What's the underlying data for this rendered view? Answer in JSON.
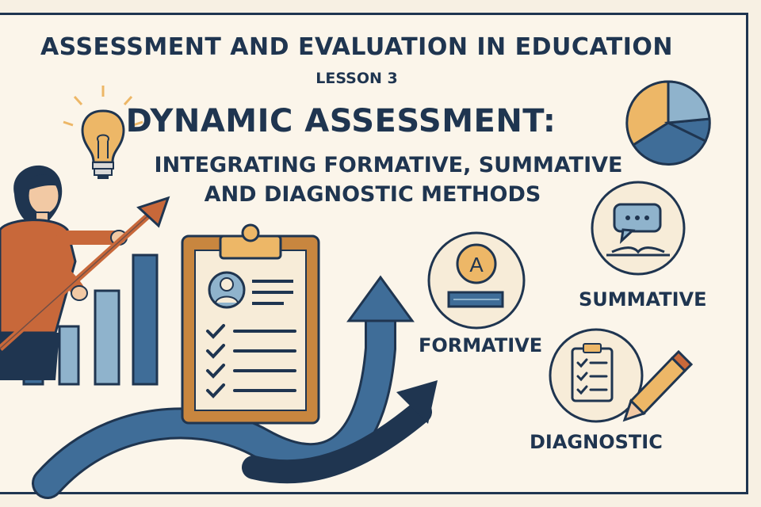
{
  "course_title": "ASSESSMENT AND EVALUATION IN EDUCATION",
  "lesson": "LESSON 3",
  "main_title": "DYNAMIC ASSESSMENT:",
  "subtitle_line1": "INTEGRATING FORMATIVE, SUMMATIVE",
  "subtitle_line2": "AND DIAGNOSTIC METHODS",
  "labels": {
    "formative": "FORMATIVE",
    "summative": "SUMMATIVE",
    "diagnostic": "DIAGNOSTIC"
  },
  "formative_badge_letter": "A",
  "icons": [
    "lightbulb-icon",
    "pie-chart-icon",
    "clipboard-icon",
    "speech-bubble-icon",
    "book-icon",
    "pencil-icon",
    "bar-chart-icon",
    "growth-arrow-icon"
  ],
  "colors": {
    "navy": "#1f3550",
    "blue": "#3f6d98",
    "light_blue": "#8fb3cc",
    "orange": "#c8683a",
    "gold": "#edb767",
    "cream": "#fbf5ea"
  }
}
